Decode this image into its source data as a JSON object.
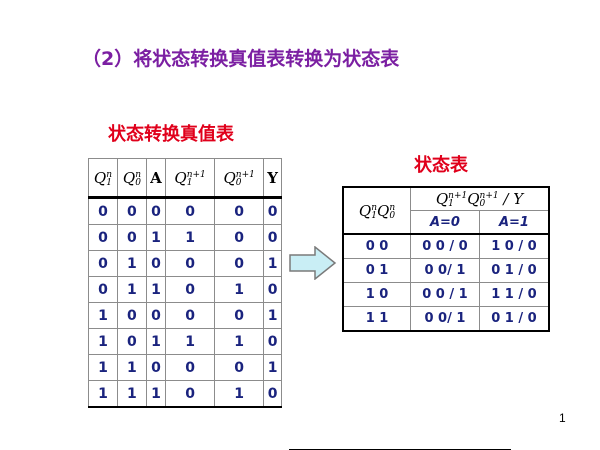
{
  "heading": "（2）将状态转换真值表转换为状态表",
  "truth_table": {
    "title": "状态转换真值表",
    "columns": [
      "Q1n",
      "Q0n",
      "A",
      "Q1n+1",
      "Q0n+1",
      "Y"
    ],
    "rows": [
      [
        "0",
        "0",
        "0",
        "0",
        "0",
        "0"
      ],
      [
        "0",
        "0",
        "1",
        "1",
        "0",
        "0"
      ],
      [
        "0",
        "1",
        "0",
        "0",
        "0",
        "1"
      ],
      [
        "0",
        "1",
        "1",
        "0",
        "1",
        "0"
      ],
      [
        "1",
        "0",
        "0",
        "0",
        "0",
        "1"
      ],
      [
        "1",
        "0",
        "1",
        "1",
        "1",
        "0"
      ],
      [
        "1",
        "1",
        "0",
        "0",
        "0",
        "1"
      ],
      [
        "1",
        "1",
        "1",
        "0",
        "1",
        "0"
      ]
    ]
  },
  "state_table": {
    "title": "状态表",
    "header_left": "Q1nQ0n",
    "header_top": "Q1n+1Q0n+1/Y",
    "sub_headers": [
      "A=0",
      "A=1"
    ],
    "rows": [
      {
        "state": "0 0",
        "a0": "0 0 / 0",
        "a1": "1 0 / 0"
      },
      {
        "state": "0 1",
        "a0": "0 0/ 1",
        "a1": "0 1 / 0"
      },
      {
        "state": "1 0",
        "a0": "0 0 / 1",
        "a1": "1 1 / 0"
      },
      {
        "state": "1 1",
        "a0": "0 0/ 1",
        "a1": "0 1 / 0"
      }
    ]
  },
  "page_number": "1",
  "colors": {
    "heading": "#7b1fa2",
    "table_title": "#e0001b",
    "cell_text": "#1a237e",
    "arrow_fill": "#c9eef5"
  }
}
